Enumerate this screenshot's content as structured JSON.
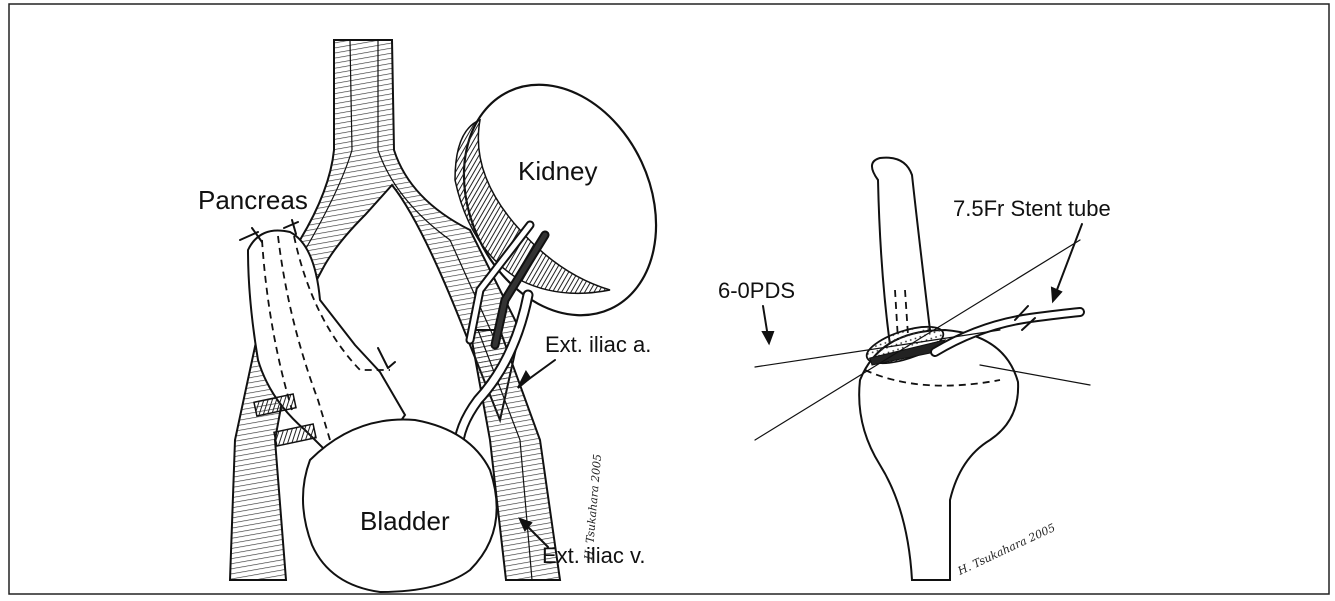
{
  "left_panel": {
    "labels": {
      "pancreas": "Pancreas",
      "kidney": "Kidney",
      "bladder": "Bladder",
      "ext_iliac_artery": "Ext. iliac a.",
      "ext_iliac_vein": "Ext. iliac v."
    },
    "signature": "H. Tsukahara 2005"
  },
  "right_panel": {
    "labels": {
      "suture": "6-0PDS",
      "stent": "7.5Fr Stent tube"
    },
    "signature": "H. Tsukahara 2005"
  },
  "colors": {
    "ink": "#111111",
    "background": "#ffffff",
    "hatch": "#333333"
  }
}
